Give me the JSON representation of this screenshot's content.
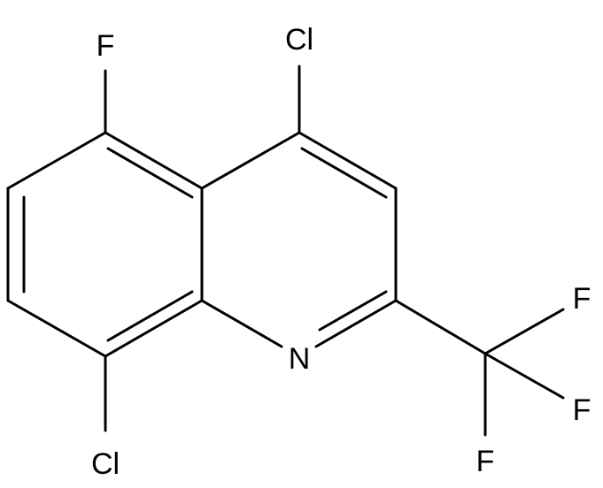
{
  "structure": {
    "atoms": {
      "F5": "F",
      "Cl4": "Cl",
      "N1": "N",
      "Cl8": "Cl",
      "F_a": "F",
      "F_b": "F",
      "F_c": "F"
    }
  },
  "colors": {
    "bond": "#000000",
    "label": "#000000",
    "background": "#ffffff"
  }
}
